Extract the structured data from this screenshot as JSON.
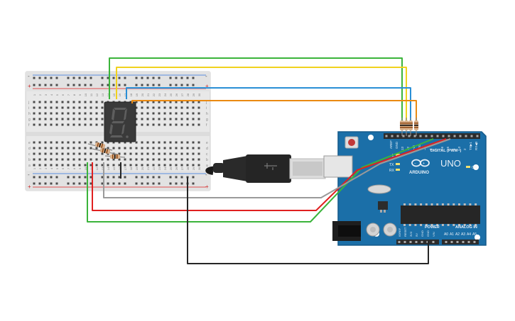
{
  "board": {
    "model": "UNO",
    "brand": "ARDUINO",
    "digital_header": "DIGITAL (PWM~)",
    "power_header": "POWER",
    "analog_header": "ANALOG IN",
    "on_label": "ON",
    "tx_label": "TX",
    "rx_label": "RX",
    "l_label": "L",
    "aref_label": "AREF",
    "gnd_label": "GND",
    "digital_pins": [
      "13",
      "12",
      "~11",
      "~10",
      "~9",
      "8",
      "7",
      "~6",
      "~5",
      "4",
      "~3",
      "2",
      "TX▶1",
      "RX◀0"
    ],
    "power_pins": [
      "IOREF",
      "RESET",
      "3V3",
      "5V",
      "GND",
      "GND",
      "VIN"
    ],
    "analog_pins": [
      "A0",
      "A1",
      "A2",
      "A3",
      "A4",
      "A5"
    ]
  },
  "breadboard": {
    "columns": [
      "1",
      "2",
      "3",
      "4",
      "5",
      "6",
      "7",
      "8",
      "9",
      "10",
      "11",
      "12",
      "13",
      "14",
      "15",
      "16",
      "17",
      "18",
      "19",
      "20",
      "21",
      "22",
      "23",
      "24",
      "25",
      "26",
      "27",
      "28",
      "29",
      "30"
    ],
    "rows_top": [
      "j",
      "i",
      "h",
      "g",
      "f"
    ],
    "rows_bottom": [
      "e",
      "d",
      "c",
      "b",
      "a"
    ],
    "plus_label": "+",
    "minus_label": "-"
  },
  "display": {
    "digit": "8."
  },
  "wire_colors": {
    "green": "#3bb43b",
    "yellow": "#f0d21e",
    "blue": "#2a8fd6",
    "orange": "#ea8a12",
    "red": "#e02020",
    "gray": "#9a9a9a",
    "black": "#262626"
  },
  "board_color": "#1b6fa8"
}
